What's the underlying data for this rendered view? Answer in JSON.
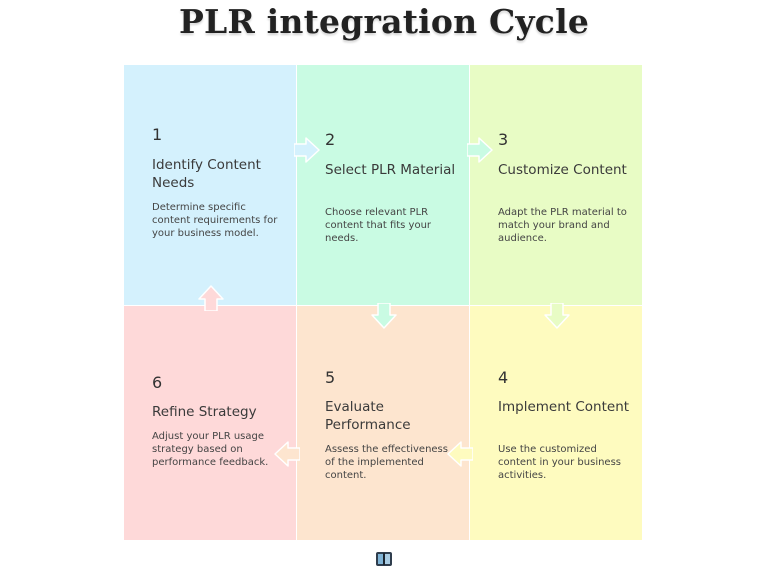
{
  "title": "PLR integration Cycle",
  "colors": {
    "step1": "#d4f1fd",
    "step2": "#c9fbe3",
    "step3": "#e8fcc5",
    "step4": "#fefbbf",
    "step5": "#fde5cf",
    "step6": "#fed9d9"
  },
  "steps": [
    {
      "number": "1",
      "heading": "Identify Content Needs",
      "description": "Determine specific content requirements for your business model."
    },
    {
      "number": "2",
      "heading": "Select PLR Material",
      "description": "Choose relevant PLR content that fits your needs."
    },
    {
      "number": "3",
      "heading": "Customize Content",
      "description": "Adapt the PLR material to match your brand and audience."
    },
    {
      "number": "4",
      "heading": "Implement Content",
      "description": "Use the customized content in your business activities."
    },
    {
      "number": "5",
      "heading": "Evaluate Performance",
      "description": "Assess the effectiveness of the implemented content."
    },
    {
      "number": "6",
      "heading": "Refine Strategy",
      "description": "Adjust your PLR usage strategy based on performance feedback."
    }
  ],
  "footer_icon": "book-logo-icon"
}
